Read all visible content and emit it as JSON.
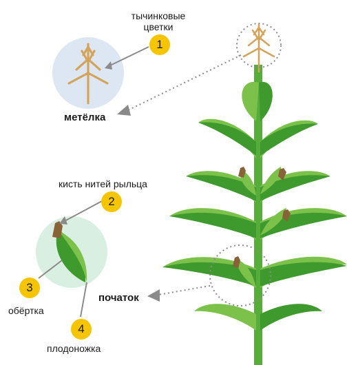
{
  "labels": {
    "stamen_flowers": "тычинковые\nцветки",
    "tassel": "метёлка",
    "silk": "кисть нитей рыльца",
    "husk": "обёртка",
    "stalk": "плодоножка",
    "ear": "початок"
  },
  "numbers": {
    "n1": "1",
    "n2": "2",
    "n3": "3",
    "n4": "4"
  },
  "colors": {
    "leaf_dark": "#3f9a2e",
    "leaf_light": "#7cc24a",
    "stem": "#56ad3a",
    "tassel": "#d4a35c",
    "silk": "#8a6238",
    "badge": "#f7c500",
    "tassel_circle": "#dde7f3",
    "ear_circle": "#d9efe2",
    "pointer": "#8a8a8a"
  }
}
